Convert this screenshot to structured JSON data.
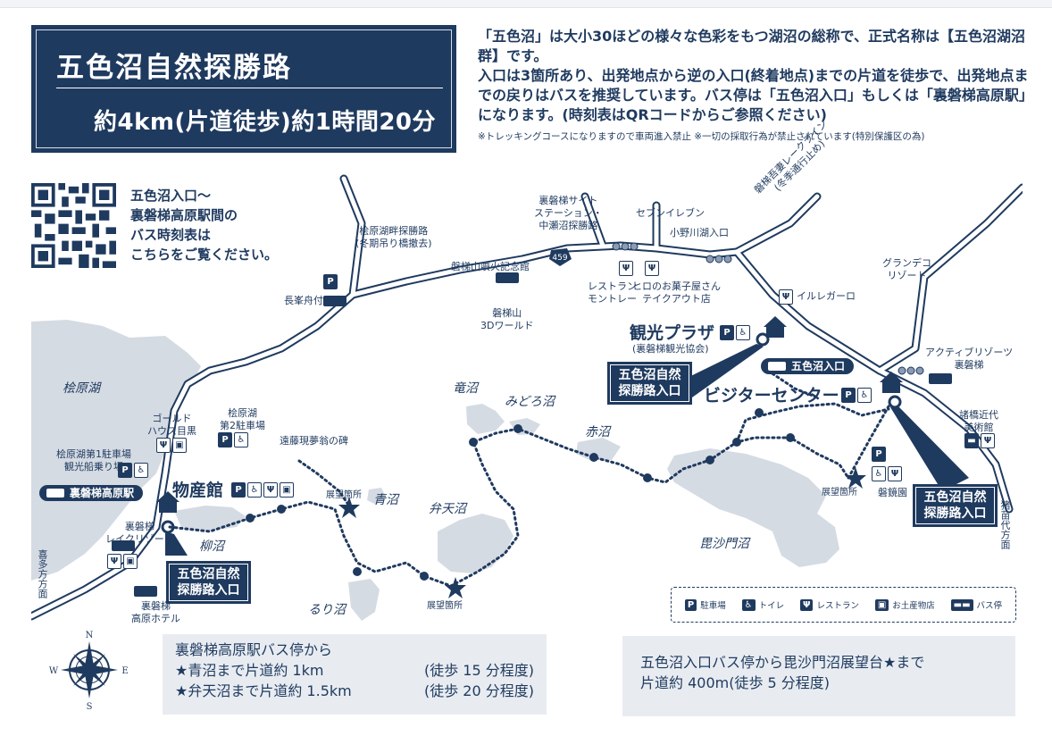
{
  "header": {
    "title": "五色沼自然探勝路",
    "subtitle": "約4km(片道徒歩)約1時間20分"
  },
  "description": {
    "p1": "「五色沼」は大小30ほどの様々な色彩をもつ湖沼の総称で、正式名称は【五色沼湖沼群】です。",
    "p2": "入口は3箇所あり、出発地点から逆の入口(終着地点)までの片道を徒歩で、出発地点までの戻りはバスを推奨しています。バス停は「五色沼入口」もしくは「裏磐梯高原駅」になります。(時刻表はQRコードからご参照ください)",
    "note": "※トレッキングコースになりますので車両進入禁止 ※一切の採取行為が禁止されています(特別保護区の為)"
  },
  "qr": {
    "line1": "五色沼入口〜",
    "line2": "裏磐梯高原駅間の",
    "line3": "バス時刻表は",
    "line4": "こちらをご覧ください。"
  },
  "map": {
    "lakes": {
      "hibara": "桧原湖",
      "ryunuma": "竜沼",
      "midorinuma": "みどろ沼",
      "akanuma": "赤沼",
      "bentennuma": "弁天沼",
      "aonuma": "青沼",
      "ruri": "るり沼",
      "yanagi": "柳沼",
      "bishamon": "毘沙門沼"
    },
    "places": {
      "kankou_plaza": "観光プラザ",
      "kankou_plaza_sub": "(裏磐梯観光協会)",
      "visitor_center": "ビジターセンター",
      "bussankan": "物産館",
      "goshiki_busstop": "五色沼入口",
      "urabandai_station": "裏磐梯高原駅",
      "hibara_trail": "桧原湖畔探勝路",
      "hibara_trail_sub": "(冬期吊り橋撤去)",
      "site_station_1": "裏磐梯サイト",
      "site_station_2": "ステーション・",
      "site_station_3": "中瀬沼探勝路",
      "seven": "セブンイレブン",
      "onogawa": "小野川湖入口",
      "skyline_1": "磐梯吾妻レークライン",
      "skyline_2": "(冬季通行止め)",
      "grandeco_1": "グランデコ",
      "grandeco_2": "リゾート",
      "nagamine": "長峯舟付",
      "eruption_museum": "磐梯山噴火記念館",
      "bandai3d_1": "磐梯山",
      "bandai3d_2": "3Dワールド",
      "restaurant_montre_1": "レストラン",
      "restaurant_montre_2": "モントレー",
      "hiro_1": "ヒロのお菓子屋さん",
      "hiro_2": "テイクアウト店",
      "irregaro": "イルレガーロ",
      "active_1": "アクティブリゾーツ",
      "active_2": "裏磐梯",
      "morohashi_1": "諸橋近代",
      "morohashi_2": "美術館",
      "inawashiro_1": "猪苗代",
      "inawashiro_2": "方面",
      "kitakata": "喜多方方面",
      "gold_1": "ゴールド",
      "gold_2": "ハウス目黒",
      "hibara_2nd_1": "桧原湖",
      "hibara_2nd_2": "第2駐車場",
      "hibara_1st_1": "桧原湖第1駐車場",
      "hibara_1st_2": "観光船乗り場",
      "endo_monument": "遠藤現夢翁の碑",
      "lake_resort_1": "裏磐梯",
      "lake_resort_2": "レイクリゾート",
      "hotel_1": "裏磐梯",
      "hotel_2": "高原ホテル",
      "bankyoen": "磐鏡園",
      "viewpoint": "展望箇所",
      "route459": "459"
    },
    "callouts": {
      "entrance_1": "五色沼自然\n探勝路入口",
      "entrance_2": "五色沼自然\n探勝路入口",
      "entrance_3": "五色沼自然\n探勝路入口"
    },
    "compass": {
      "n": "N",
      "s": "S",
      "e": "E",
      "w": "W"
    }
  },
  "legend": {
    "parking": "駐車場",
    "toilet": "トイレ",
    "restaurant": "レストラン",
    "souvenir": "お土産物店",
    "busstop": "バス停"
  },
  "info_left": {
    "line1": "裏磐梯高原駅バス停から",
    "line2a": "★青沼まで片道約 1km",
    "line2b": "(徒歩 15 分程度)",
    "line3a": "★弁天沼まで片道約 1.5km",
    "line3b": "(徒歩 20 分程度)"
  },
  "info_right": {
    "line1": "五色沼入口バス停から毘沙門沼展望台★まで",
    "line2": "片道約 400m(徒歩 5 分程度)"
  },
  "colors": {
    "navy": "#1f3a5f",
    "lake": "#d5dbe3",
    "land": "#ffffff"
  }
}
